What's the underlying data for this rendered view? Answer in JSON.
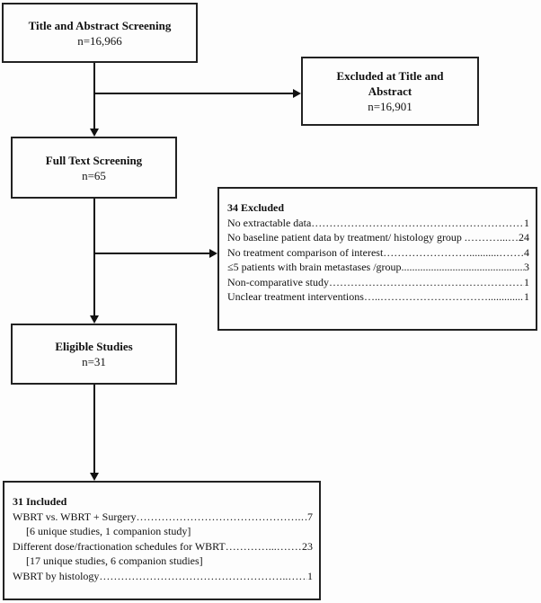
{
  "diagram": {
    "title_box": {
      "title": "Title and Abstract Screening",
      "count": "n=16,966"
    },
    "excluded_title_box": {
      "title_line1": "Excluded at Title and",
      "title_line2": "Abstract",
      "count": "n=16,901"
    },
    "fulltext_box": {
      "title": "Full Text Screening",
      "count": "n=65"
    },
    "excluded_fulltext_box": {
      "heading": "34 Excluded",
      "items": [
        {
          "label": "No extractable data",
          "leader": "………………………………………………………………………………........",
          "value": "1"
        },
        {
          "label": "No baseline patient data by treatment/ histology group .",
          "leader": " ………...………………………………………………………",
          "value": "24"
        },
        {
          "label": "No treatment comparison of interest",
          "leader": "……………………...........………………………………………",
          "value": "4"
        },
        {
          "label": "≤5 patients with brain metastases /group",
          "leader": "..................................................................................... ",
          "value": "3"
        },
        {
          "label": "Non-comparative study",
          "leader": "……………………………………………….........………………",
          "value": "1"
        },
        {
          "label": "Unclear treatment interventions",
          "leader": "…..………………………….............…………………………",
          "value": "1"
        }
      ]
    },
    "eligible_box": {
      "title": "Eligible Studies",
      "count": "n=31"
    },
    "included_box": {
      "heading": "31 Included",
      "items": [
        {
          "label": "WBRT vs. WBRT + Surgery",
          "leader": "……………………………………….………………………",
          "value": "7"
        },
        {
          "bracket": "[6 unique studies, 1 companion study]"
        },
        {
          "label": "Different dose/fractionation schedules for WBRT",
          "leader": "…………...………………………………………………",
          "value": "23"
        },
        {
          "bracket": "[17 unique studies, 6 companion studies]"
        },
        {
          "label": "WBRT by histology",
          "leader": "……………………………………………..………………………",
          "value": "1"
        }
      ]
    }
  }
}
